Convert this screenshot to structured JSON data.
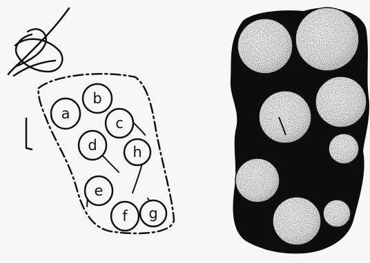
{
  "figure": {
    "left_panel": {
      "cells": [
        {
          "id": "a",
          "label": "a"
        },
        {
          "id": "b",
          "label": "b"
        },
        {
          "id": "c",
          "label": "c"
        },
        {
          "id": "d",
          "label": "d"
        },
        {
          "id": "h",
          "label": "h"
        },
        {
          "id": "e",
          "label": "e"
        },
        {
          "id": "f",
          "label": "f"
        },
        {
          "id": "g",
          "label": "g"
        }
      ]
    },
    "colors": {
      "ink": "#111111",
      "paper": "#f7f7f5",
      "cell_fill": "#f2f2f0"
    }
  }
}
